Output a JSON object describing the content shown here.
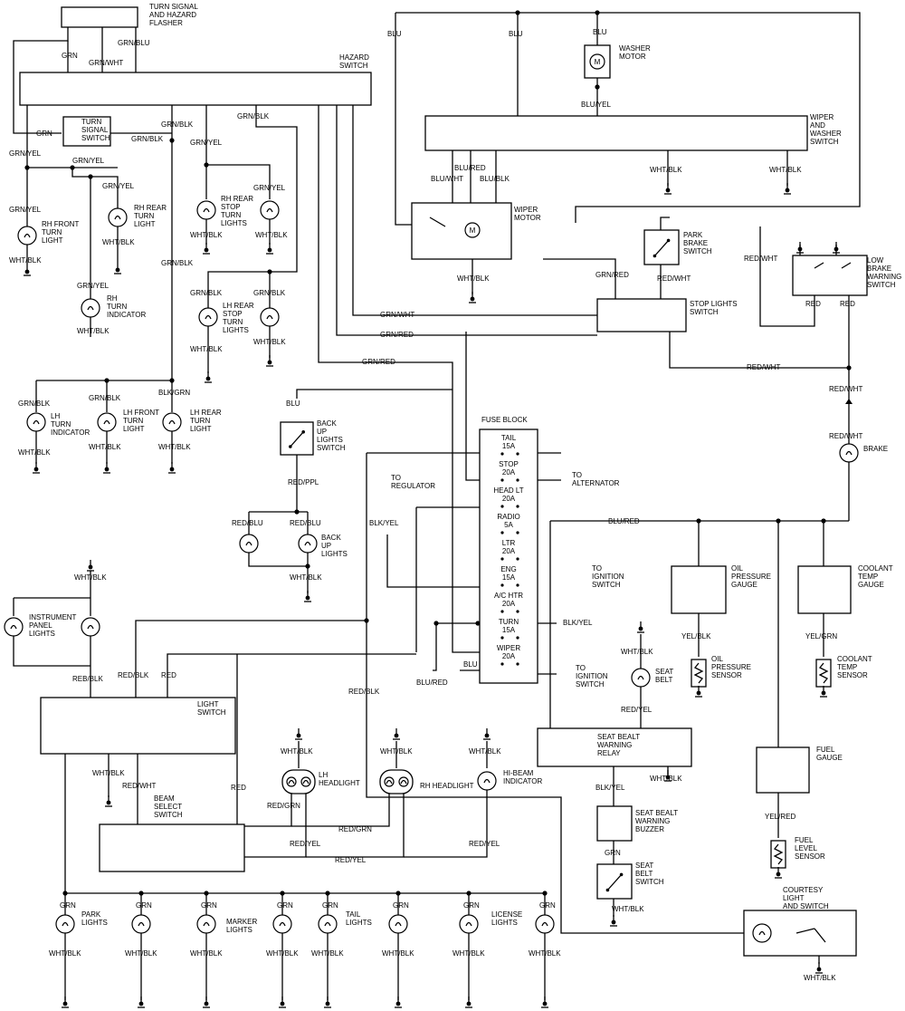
{
  "labels": {
    "flasher": [
      "TURN SIGNAL",
      "AND HAZARD",
      "FLASHER"
    ],
    "hazard_switch": [
      "HAZARD",
      "SWITCH"
    ],
    "turn_signal_switch": [
      "TURN",
      "SIGNAL",
      "SWITCH"
    ],
    "rh_front_turn_light": [
      "RH FRONT",
      "TURN",
      "LIGHT"
    ],
    "rh_rear_turn_light": [
      "RH REAR",
      "TURN",
      "LIGHT"
    ],
    "rh_rear_stop_turn_lights": [
      "RH REAR",
      "STOP",
      "TURN",
      "LIGHTS"
    ],
    "rh_turn_indicator": [
      "RH",
      "TURN",
      "INDICATOR"
    ],
    "lh_rear_stop_turn_lights": [
      "LH REAR",
      "STOP",
      "TURN",
      "LIGHTS"
    ],
    "lh_turn_indicator": [
      "LH",
      "TURN",
      "INDICATOR"
    ],
    "lh_front_turn_light": [
      "LH FRONT",
      "TURN",
      "LIGHT"
    ],
    "lh_rear_turn_light": [
      "LH REAR",
      "TURN",
      "LIGHT"
    ],
    "washer_motor": [
      "WASHER",
      "MOTOR"
    ],
    "wiper_washer_switch": [
      "WIPER",
      "AND",
      "WASHER",
      "SWITCH"
    ],
    "wiper_motor": [
      "WIPER",
      "MOTOR"
    ],
    "park_brake_switch": [
      "PARK",
      "BRAKE",
      "SWITCH"
    ],
    "low_brake_warning_switch": [
      "LOW",
      "BRAKE",
      "WARNING",
      "SWITCH"
    ],
    "stop_lights_switch": [
      "STOP LIGHTS",
      "SWITCH"
    ],
    "brake": [
      "BRAKE"
    ],
    "back_up_lights_switch": [
      "BACK",
      "UP",
      "LIGHTS",
      "SWITCH"
    ],
    "back_up_lights": [
      "BACK",
      "UP",
      "LIGHTS"
    ],
    "fuse_block": [
      "FUSE BLOCK"
    ],
    "to_regulator": [
      "TO",
      "REGULATOR"
    ],
    "to_alternator": [
      "TO",
      "ALTERNATOR"
    ],
    "to_ignition_switch_1": [
      "TO",
      "IGNITION",
      "SWITCH"
    ],
    "to_ignition_switch_2": [
      "TO",
      "IGNITION",
      "SWITCH"
    ],
    "oil_pressure_gauge": [
      "OIL",
      "PRESSURE",
      "GAUGE"
    ],
    "oil_pressure_sensor": [
      "OIL",
      "PRESSURE",
      "SENSOR"
    ],
    "coolant_temp_gauge": [
      "COOLANT",
      "TEMP",
      "GAUGE"
    ],
    "coolant_temp_sensor": [
      "COOLANT",
      "TEMP",
      "SENSOR"
    ],
    "instrument_panel_lights": [
      "INSTRUMENT",
      "PANEL",
      "LIGHTS"
    ],
    "light_switch": [
      "LIGHT",
      "SWITCH"
    ],
    "seat_belt": [
      "SEAT",
      "BELT"
    ],
    "seat_belt_warning_relay": [
      "SEAT BEALT",
      "WARNING",
      "RELAY"
    ],
    "seat_belt_warning_buzzer": [
      "SEAT BEALT",
      "WARNING",
      "BUZZER"
    ],
    "seat_belt_switch": [
      "SEAT",
      "BELT",
      "SWITCH"
    ],
    "lh_headlight": [
      "LH",
      "HEADLIGHT"
    ],
    "rh_headlight": [
      "RH HEADLIGHT"
    ],
    "hi_beam_indicator": [
      "HI-BEAM",
      "INDICATOR"
    ],
    "beam_select_switch": [
      "BEAM",
      "SELECT",
      "SWITCH"
    ],
    "fuel_gauge": [
      "FUEL",
      "GAUGE"
    ],
    "fuel_level_sensor": [
      "FUEL",
      "LEVEL",
      "SENSOR"
    ],
    "courtesy_light": [
      "COURTESY",
      "LIGHT",
      "AND SWITCH"
    ],
    "park_lights": [
      "PARK",
      "LIGHTS"
    ],
    "marker_lights": [
      "MARKER",
      "LIGHTS"
    ],
    "tail_lights": [
      "TAIL",
      "LIGHTS"
    ],
    "license_lights": [
      "LICENSE",
      "LIGHTS"
    ]
  },
  "fuses": [
    {
      "name": "TAIL",
      "rating": "15A"
    },
    {
      "name": "STOP",
      "rating": "20A"
    },
    {
      "name": "HEAD LT",
      "rating": "20A"
    },
    {
      "name": "RADIO",
      "rating": "5A"
    },
    {
      "name": "LTR",
      "rating": "20A"
    },
    {
      "name": "ENG",
      "rating": "15A"
    },
    {
      "name": "A/C HTR",
      "rating": "20A"
    },
    {
      "name": "TURN",
      "rating": "15A"
    },
    {
      "name": "WIPER",
      "rating": "20A"
    }
  ],
  "wires": {
    "grn": "GRN",
    "grn_wht": "GRN/WHT",
    "grn_blu": "GRN/BLU",
    "grn_blk": "GRN/BLK",
    "grn_yel": "GRN/YEL",
    "grn_red": "GRN/RED",
    "wht_blk": "WHT/BLK",
    "blk_grn": "BLK/GRN",
    "blu": "BLU",
    "blu_yel": "BLU/YEL",
    "blu_red": "BLU/RED",
    "blu_wht": "BLU/WHT",
    "blu_blk": "BLU/BLK",
    "red_wht": "RED/WHT",
    "red": "RED",
    "red_ppl": "RED/PPL",
    "red_blu": "RED/BLU",
    "red_blk": "RED/BLK",
    "red_grn": "RED/GRN",
    "red_yel": "RED/YEL",
    "reb_blk": "REB/BLK",
    "blk_yel": "BLK/YEL",
    "yel_blk": "YEL/BLK",
    "yel_grn": "YEL/GRN",
    "yel_red": "YEL/RED"
  }
}
